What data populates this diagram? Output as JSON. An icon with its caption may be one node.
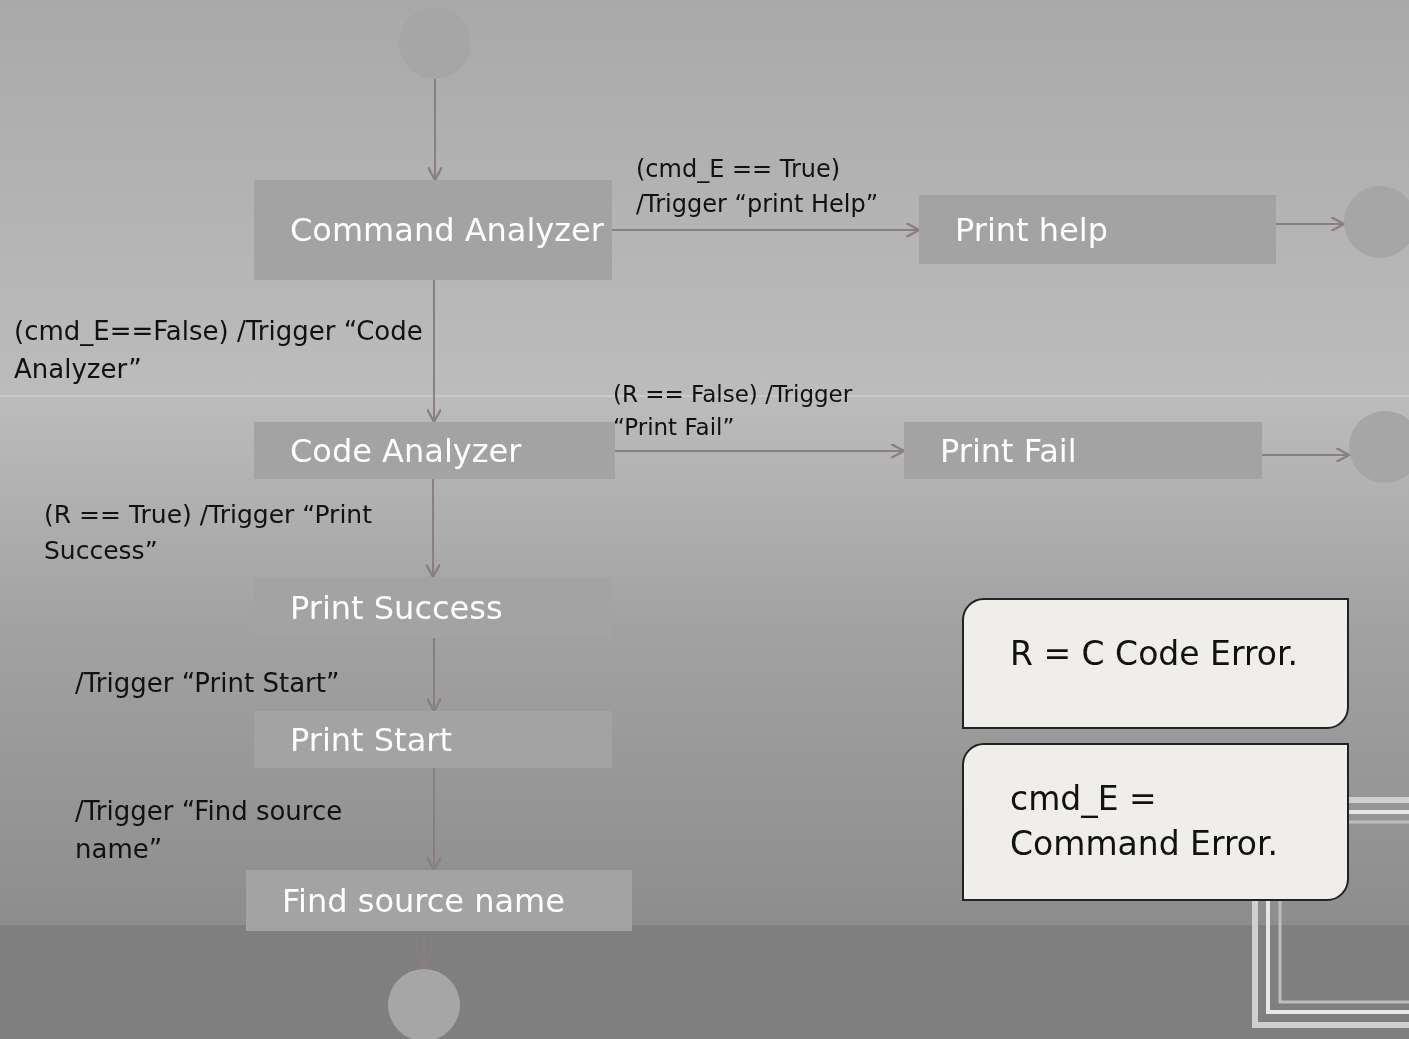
{
  "diagram": {
    "nodes": [
      {
        "text": [],
        "shape": "circle"
      },
      {
        "text": [
          "Command Analyzer"
        ]
      },
      {
        "text": [
          "Print help"
        ]
      },
      {
        "text": [],
        "shape": "circle"
      },
      {
        "text": [
          "Code Analyzer"
        ]
      },
      {
        "text": [
          "Print Fail"
        ]
      },
      {
        "text": [],
        "shape": "circle"
      },
      {
        "text": [
          "Print Success"
        ]
      },
      {
        "text": [
          "Print Start"
        ]
      },
      {
        "text": [
          "Find source name"
        ]
      },
      {
        "text": [],
        "shape": "circle"
      },
      {
        "text": [
          "R = C Code Error."
        ]
      },
      {
        "text": [
          "cmd_E = Command Error."
        ]
      }
    ],
    "edges": [
      {
        "from": 0,
        "to": 1,
        "arrow": "to"
      },
      {
        "from": 1,
        "to": 2,
        "arrow": "to",
        "label": "(cmd_E == True) /Trigger “print Help”"
      },
      {
        "from": 2,
        "to": 3,
        "arrow": "to"
      },
      {
        "from": 1,
        "to": 4,
        "arrow": "to",
        "label": "(cmd_E==False) /Trigger “Code Analyzer”"
      },
      {
        "from": 4,
        "to": 5,
        "arrow": "to",
        "label": "(R == False) /Trigger “Print Fail”"
      },
      {
        "from": 5,
        "to": 6,
        "arrow": "to"
      },
      {
        "from": 4,
        "to": 7,
        "arrow": "to",
        "label": "(R == True) /Trigger “Print Success”"
      },
      {
        "from": 7,
        "to": 8,
        "arrow": "to",
        "label": "/Trigger “Print Start”"
      },
      {
        "from": 8,
        "to": 9,
        "arrow": "to",
        "label": "/Trigger “Find source name”"
      },
      {
        "from": 9,
        "to": 10,
        "arrow": "to"
      }
    ]
  }
}
